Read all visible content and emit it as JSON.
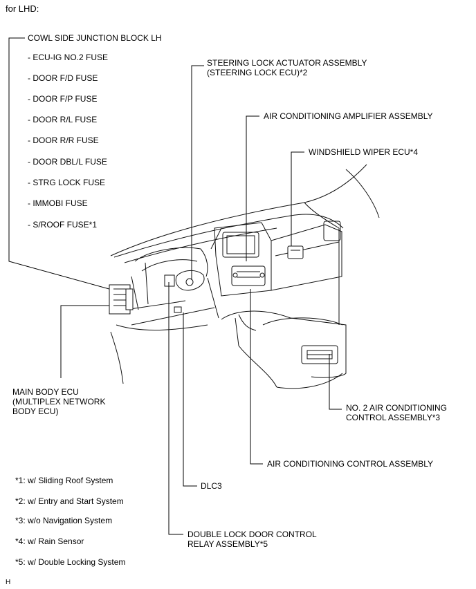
{
  "header": {
    "title": "for LHD:"
  },
  "cowl_block": {
    "title": "COWL SIDE JUNCTION BLOCK LH",
    "fuses": [
      "- ECU-IG NO.2 FUSE",
      "- DOOR F/D FUSE",
      "- DOOR F/P FUSE",
      "- DOOR R/L FUSE",
      "- DOOR R/R FUSE",
      "- DOOR DBL/L FUSE",
      "- STRG LOCK FUSE",
      "- IMMOBI FUSE",
      "- S/ROOF FUSE*1"
    ]
  },
  "labels": {
    "steering_lock_1": "STEERING LOCK ACTUATOR ASSEMBLY",
    "steering_lock_2": "(STEERING LOCK ECU)*2",
    "ac_amplifier": "AIR CONDITIONING AMPLIFIER ASSEMBLY",
    "wiper_ecu": "WINDSHIELD WIPER ECU*4",
    "main_body_1": "MAIN BODY ECU",
    "main_body_2": "(MULTIPLEX NETWORK",
    "main_body_3": "BODY ECU)",
    "no2_ac_1": "NO. 2 AIR CONDITIONING",
    "no2_ac_2": "CONTROL ASSEMBLY*3",
    "ac_control": "AIR CONDITIONING CONTROL ASSEMBLY",
    "dlc3": "DLC3",
    "dbl_lock_1": "DOUBLE LOCK DOOR CONTROL",
    "dbl_lock_2": "RELAY ASSEMBLY*5"
  },
  "footnotes": [
    "*1: w/ Sliding Roof System",
    "*2: w/ Entry and Start System",
    "*3: w/o Navigation System",
    "*4: w/ Rain Sensor",
    "*5: w/ Double Locking System"
  ],
  "footer": {
    "code": "H"
  }
}
